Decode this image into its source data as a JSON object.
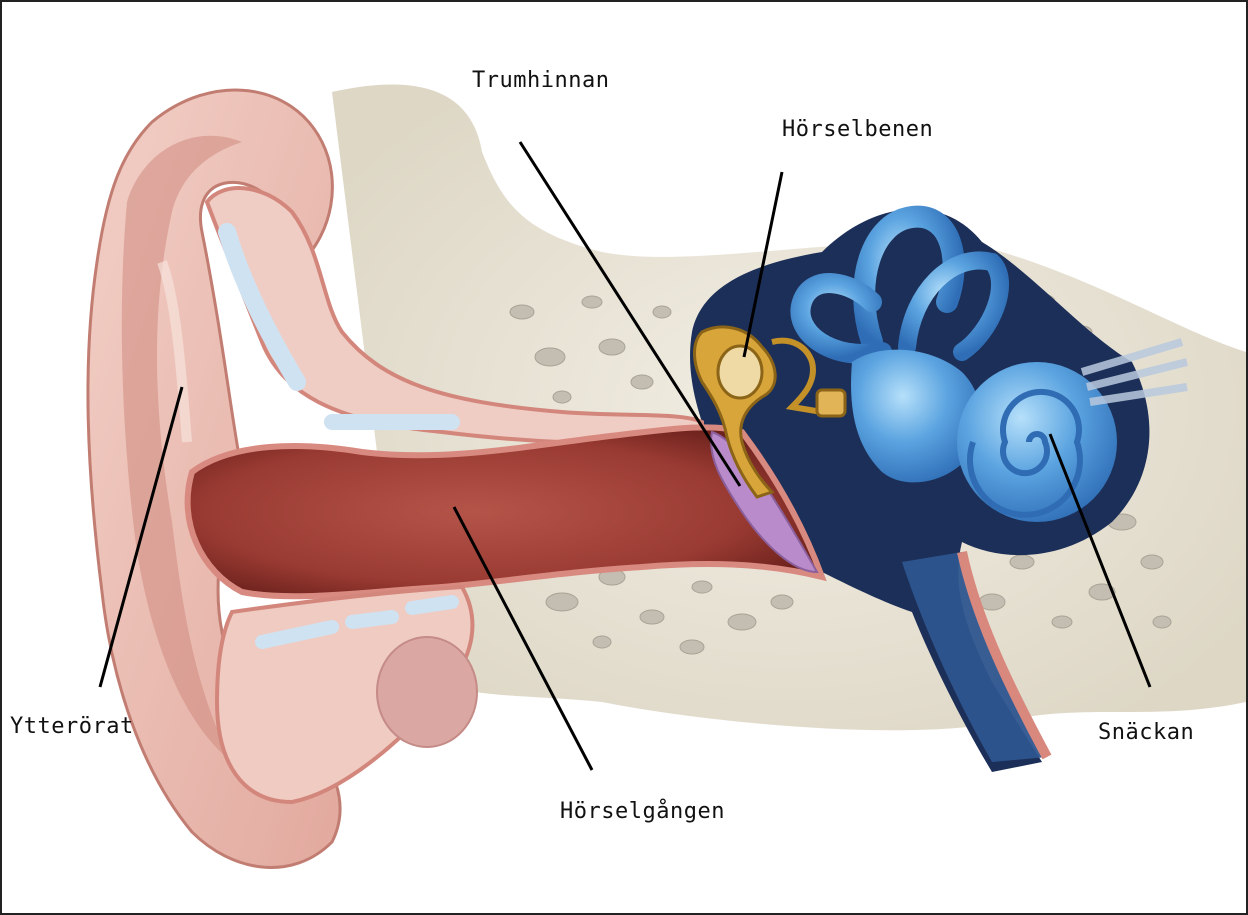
{
  "labels": {
    "ear_drum": "Trumhinnan",
    "ossicles": "Hörselbenen",
    "outer_ear": "Ytterörat",
    "ear_canal": "Hörselgången",
    "cochlea": "Snäckan"
  },
  "colors": {
    "skin": "#e7b7ad",
    "skin_dark": "#c98780",
    "canal": "#a9453c",
    "canal_dark": "#7b2620",
    "bone": "#ebe5d6",
    "bone_pore": "#bdb7ab",
    "cavity": "#1b2f57",
    "inner_ear": "#4f95d6",
    "inner_ear_light": "#9cd0f2",
    "ossicle": "#d9a83c",
    "eardrum": "#b88ac9",
    "cartilage": "#cfe1ef",
    "line": "#000000"
  }
}
